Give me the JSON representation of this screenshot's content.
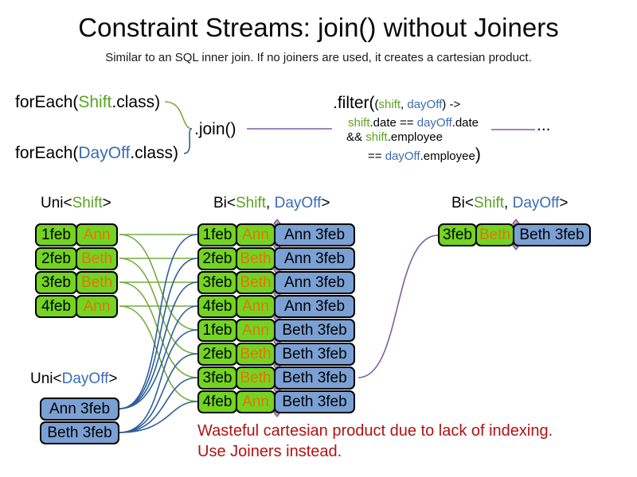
{
  "slide": {
    "title": "Constraint Streams: join() without Joiners",
    "subtitle": "Similar to an SQL inner join. If no joiners are used, it creates a cartesian product."
  },
  "code": {
    "foreach_shift": {
      "pre": "forEach(",
      "cls": "Shift",
      "post": ".class)"
    },
    "foreach_dayoff": {
      "pre": "forEach(",
      "cls": "DayOff",
      "post": ".class)"
    },
    "join": ".join()",
    "filter": {
      "big_open": ".filter(",
      "l1_open": "(",
      "l1_shift": "shift",
      "l1_sep": ", ",
      "l1_dayoff": "dayOff",
      "l1_close": ") ->",
      "l2_shift": "shift",
      "l2_mid": ".date == ",
      "l2_dayoff": "dayOff",
      "l2_end": ".date",
      "l3_pre": "&& ",
      "l3_shift": "shift",
      "l3_end": ".employee",
      "l4_pre": "== ",
      "l4_dayoff": "dayOff",
      "l4_end": ".employee",
      "l4_close": ")"
    },
    "ellipsis": "..."
  },
  "headers": {
    "uni_shift": {
      "pre": "Uni<",
      "cls": "Shift",
      "post": ">"
    },
    "bi": {
      "pre": "Bi<",
      "shift": "Shift",
      "sep": ", ",
      "dayoff": "DayOff",
      "post": ">"
    },
    "bi_result": {
      "pre": "Bi<",
      "shift": "Shift",
      "sep": ", ",
      "dayoff": "DayOff",
      "post": ">"
    },
    "uni_dayoff": {
      "pre": "Uni<",
      "cls": "DayOff",
      "post": ">"
    }
  },
  "tables": {
    "uni_shift": {
      "rows": [
        {
          "date": "1feb",
          "name": "Ann"
        },
        {
          "date": "2feb",
          "name": "Beth"
        },
        {
          "date": "3feb",
          "name": "Beth"
        },
        {
          "date": "4feb",
          "name": "Ann"
        }
      ]
    },
    "bi": {
      "rows": [
        {
          "date": "1feb",
          "name": "Ann",
          "pair": "Ann 3feb"
        },
        {
          "date": "2feb",
          "name": "Beth",
          "pair": "Ann 3feb"
        },
        {
          "date": "3feb",
          "name": "Beth",
          "pair": "Ann 3feb"
        },
        {
          "date": "4feb",
          "name": "Ann",
          "pair": "Ann 3feb"
        },
        {
          "date": "1feb",
          "name": "Ann",
          "pair": "Beth 3feb"
        },
        {
          "date": "2feb",
          "name": "Beth",
          "pair": "Beth 3feb"
        },
        {
          "date": "3feb",
          "name": "Beth",
          "pair": "Beth 3feb"
        },
        {
          "date": "4feb",
          "name": "Ann",
          "pair": "Beth 3feb"
        }
      ]
    },
    "bi_result": {
      "rows": [
        {
          "date": "3feb",
          "name": "Beth",
          "pair": "Beth 3feb"
        }
      ]
    },
    "uni_dayoff": {
      "rows": [
        {
          "value": "Ann 3feb"
        },
        {
          "value": "Beth 3feb"
        }
      ]
    }
  },
  "caption": {
    "line1": "Wasteful cartesian product due to lack of indexing.",
    "line2": "Use Joiners instead."
  },
  "colors": {
    "green_fill": "#73d421",
    "blue_fill": "#7aa0d4",
    "green_text": "#5ba421",
    "blue_text": "#3a6cb2",
    "orange_text": "#e8720e",
    "red_text": "#b11212",
    "line_green": "#74ad3c",
    "line_blue": "#2e5f9b",
    "line_purple": "#7d5fa5",
    "diamond_fill": "#c39bc0",
    "diamond_stroke": "#5e3a5e"
  }
}
